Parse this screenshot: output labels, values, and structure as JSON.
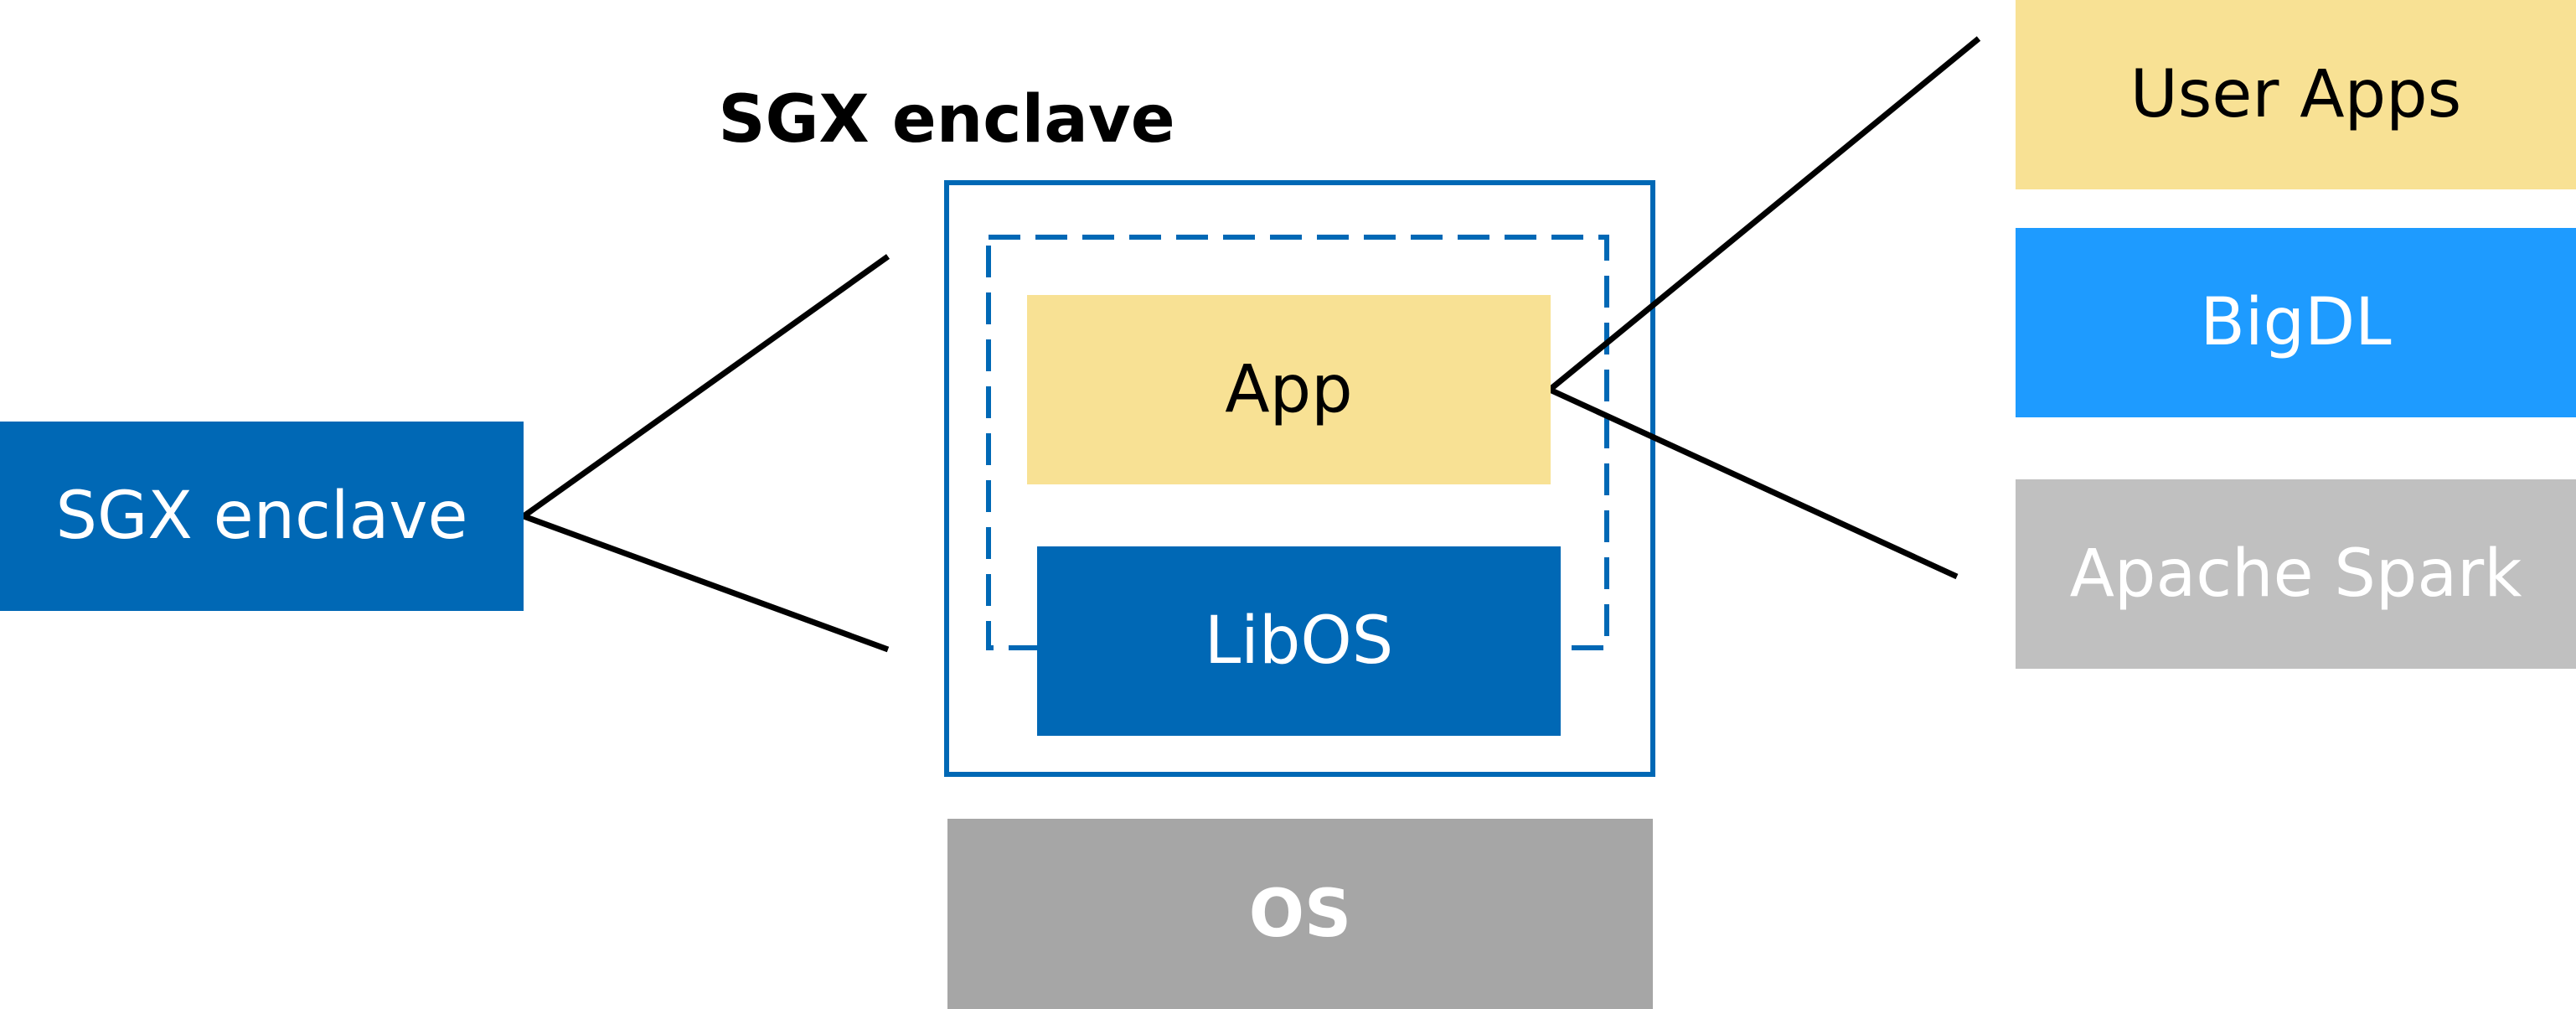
{
  "diagram": {
    "title": "SGX enclave",
    "left_box": {
      "label": "SGX enclave"
    },
    "app": {
      "label": "App"
    },
    "libos": {
      "label": "LibOS"
    },
    "os": {
      "label": "OS"
    },
    "stack": [
      {
        "label": "User Apps"
      },
      {
        "label": "BigDL"
      },
      {
        "label": "Apache Spark"
      }
    ]
  },
  "colors": {
    "dark_blue": "#0068b5",
    "light_blue": "#1e9bff",
    "yellow": "#f8e194",
    "gray": "#c0c0c0",
    "os_gray": "#a6a6a6",
    "line": "#000000",
    "white_text": "#ffffff",
    "black_text": "#000000"
  }
}
